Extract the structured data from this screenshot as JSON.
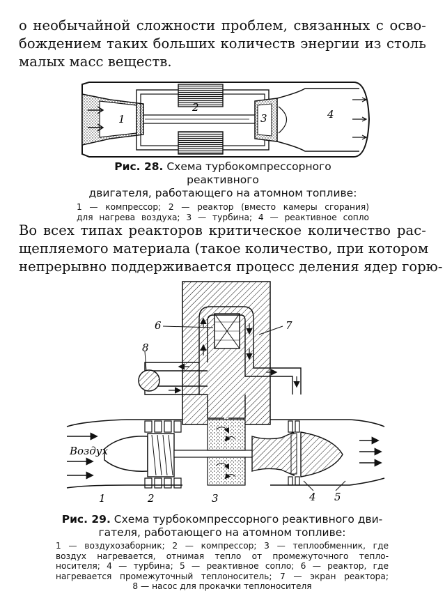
{
  "page": {
    "para1": [
      "о необычайной сложности проблем, связанных с осво-",
      "бождением таких больших количеств энергии из столь",
      "малых масс веществ."
    ],
    "para2": [
      "Во всех типах реакторов критическое количество рас-",
      "щепляемого материала (такое количество, при котором",
      "непрерывно поддерживается процесс деления ядер горю-"
    ]
  },
  "figure28": {
    "labels": [
      "1",
      "2",
      "3",
      "4"
    ],
    "caption_title_bold": "Рис. 28.",
    "caption_title_rest": "Схема турбокомпрессорного реактивного",
    "caption_title_line2": "двигателя, работающего на атомном топливе:",
    "legend": [
      "1 — компрессор; 2 — реактор (вместо камеры сгорания)",
      "для нагрева воздуха; 3 — турбина; 4 — реактивное сопло"
    ]
  },
  "figure29": {
    "labels": [
      "1",
      "2",
      "3",
      "4",
      "5",
      "6",
      "7",
      "8"
    ],
    "air_label": "Воздух",
    "caption_title_bold": "Рис. 29.",
    "caption_title_rest": "Схема турбокомпрессорного реактивного дви-",
    "caption_title_line2": "гателя, работающего на атомном топливе:",
    "legend": [
      "1 — воздухозаборник; 2 — компрессор; 3 — теплообменник, где",
      "воздух нагревается, отнимая тепло от промежуточного тепло-",
      "носителя; 4 — турбина; 5 — реактивное сопло; 6 — реактор, где",
      "нагревается промежуточный теплоноситель; 7 — экран реактора;",
      "8 — насос для прокачки теплоносителя"
    ]
  }
}
